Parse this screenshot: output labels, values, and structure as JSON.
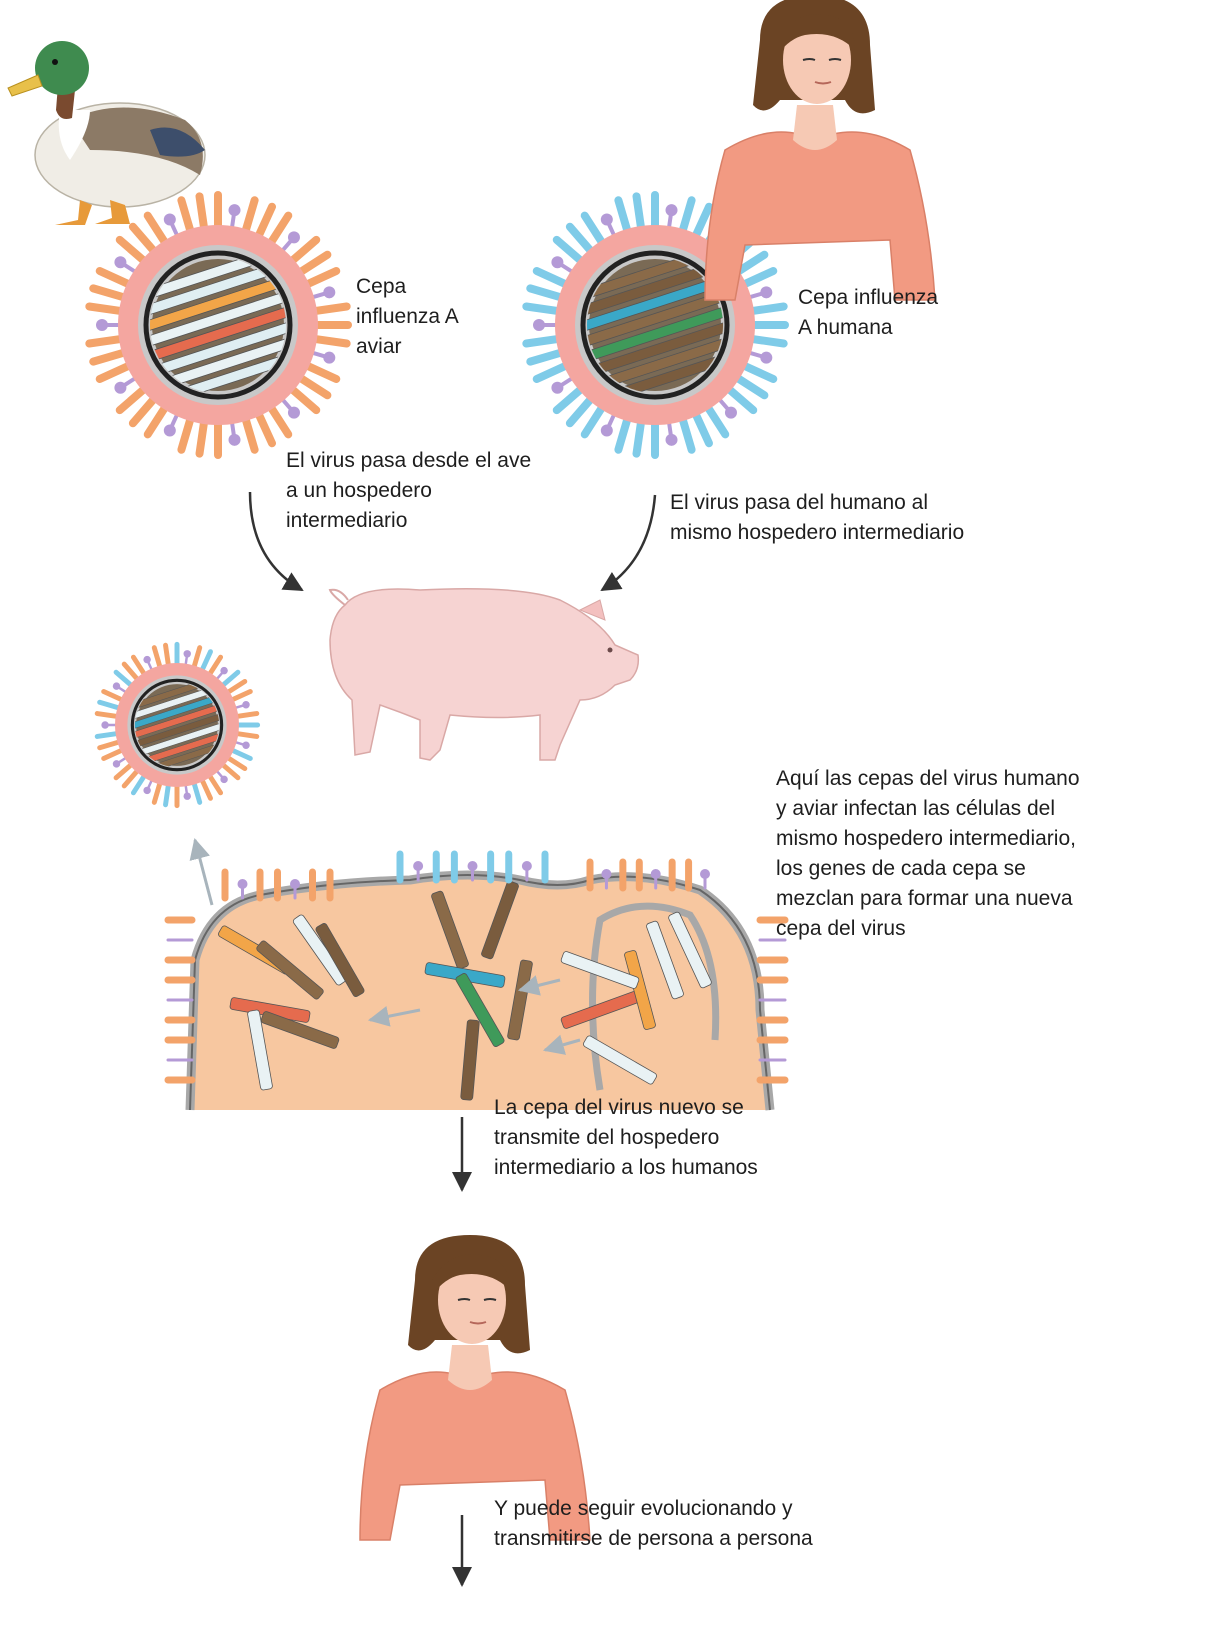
{
  "labels": {
    "avian_strain": "Cepa\ninfluenza  A\naviar",
    "human_strain": "Cepa influenza\nA humana",
    "bird_to_host": "El virus pasa desde el ave\na un hospedero\nintermediario",
    "human_to_host": "El virus pasa del humano al\nmismo hospedero intermediario",
    "mixing": "Aquí las cepas del virus humano\ny aviar infectan las células del\nmismo hospedero intermediario,\nlos genes de cada cepa se\nmezclan para formar una nueva\ncepa del virus",
    "transmit": "La cepa del virus nuevo se\ntransmite del hospedero\nintermediario a los humanos",
    "evolve": "Y puede seguir evolucionando y\ntransmitirse de persona a persona"
  },
  "colors": {
    "avian_spike": "#f3a36a",
    "human_spike": "#7fcbe8",
    "neuraminidase": "#b49ad6",
    "envelope": "#f4a6a0",
    "skin": "#f6c9b4",
    "shirt": "#f29a82",
    "hair": "#6b4424",
    "pig": "#f6d3d2",
    "duck_head": "#3f8b4f",
    "cell": "#f7c7a0",
    "arrow": "#333333",
    "pale_arrow": "#a8b4bc"
  },
  "icons": [
    "duck-icon",
    "woman-icon",
    "pig-icon",
    "virus-icon"
  ]
}
